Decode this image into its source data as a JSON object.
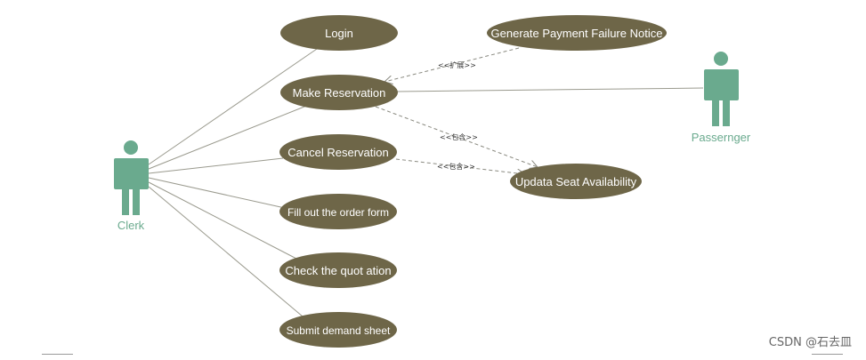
{
  "colors": {
    "usecase_fill": "#6e6648",
    "actor": "#6aaa8e",
    "line": "#9a9a8e",
    "dashed": "#8a8a80"
  },
  "actors": {
    "clerk": {
      "label": "Clerk",
      "icon": "stick-figure-icon"
    },
    "passenger": {
      "label": "Passernger",
      "icon": "stick-figure-icon"
    }
  },
  "usecases": {
    "login": "Login",
    "make_reservation": "Make Reservation",
    "cancel_reservation": "Cancel Reservation",
    "fill_order": "Fill out the order form",
    "check_quotation": "Check the quot ation",
    "submit_demand": "Submit demand sheet",
    "payment_failure": "Generate Payment Failure Notice",
    "update_seat": "Updata Seat Availability"
  },
  "relations": {
    "extend_label": "<<扩展>>",
    "include_label_1": "<<包含>>",
    "include_label_2": "<<包含>>"
  },
  "watermark": "CSDN @石去皿"
}
